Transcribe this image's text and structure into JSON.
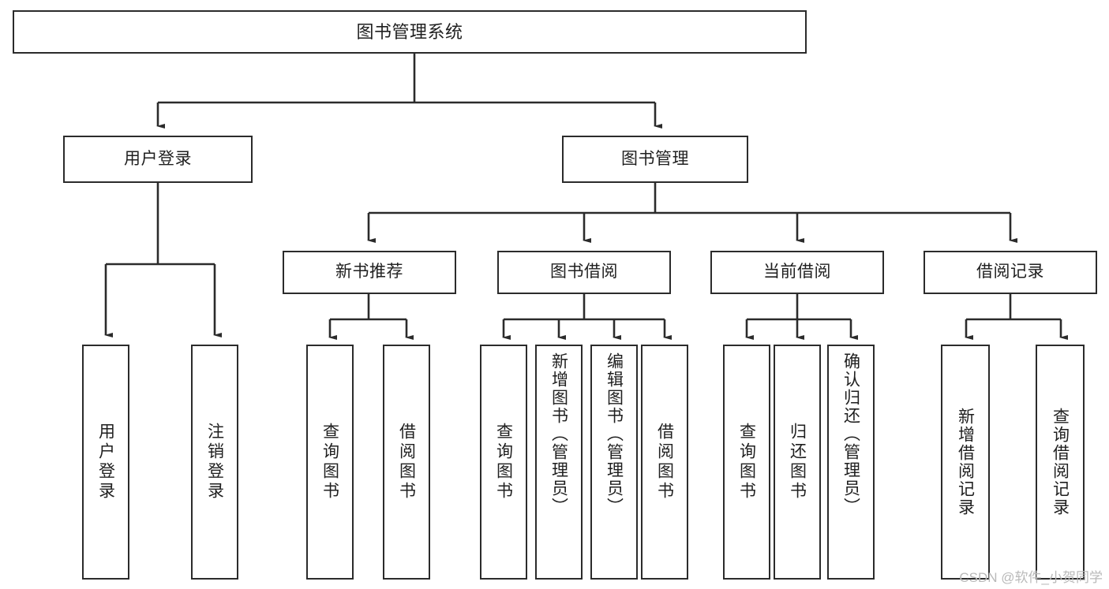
{
  "diagram": {
    "title": "图书管理系统",
    "type": "tree-hierarchy-chart",
    "root": {
      "label": "图书管理系统"
    },
    "level2": [
      {
        "label": "用户登录"
      },
      {
        "label": "图书管理"
      }
    ],
    "level3": [
      {
        "label": "新书推荐"
      },
      {
        "label": "图书借阅"
      },
      {
        "label": "当前借阅"
      },
      {
        "label": "借阅记录"
      }
    ],
    "leaves": {
      "user_login": [
        {
          "label": "用户登录"
        },
        {
          "label": "注销登录"
        }
      ],
      "new_book_recommend": [
        {
          "label": "查询图书"
        },
        {
          "label": "借阅图书"
        }
      ],
      "book_borrow": [
        {
          "label": "查询图书"
        },
        {
          "label": "新增图书（管理员）"
        },
        {
          "label": "编辑图书（管理员）"
        },
        {
          "label": "借阅图书"
        }
      ],
      "current_borrow": [
        {
          "label": "查询图书"
        },
        {
          "label": "归还图书"
        },
        {
          "label": "确认归还（管理员）"
        }
      ],
      "borrow_record": [
        {
          "label": "新增借阅记录"
        },
        {
          "label": "查询借阅记录"
        }
      ]
    }
  },
  "watermark": {
    "text": "CSDN @软件_小贺同学"
  },
  "colors": {
    "border": "#2b2b2b",
    "text": "#1f1f1f",
    "background": "#ffffff",
    "watermark": "#b9b9b9"
  }
}
